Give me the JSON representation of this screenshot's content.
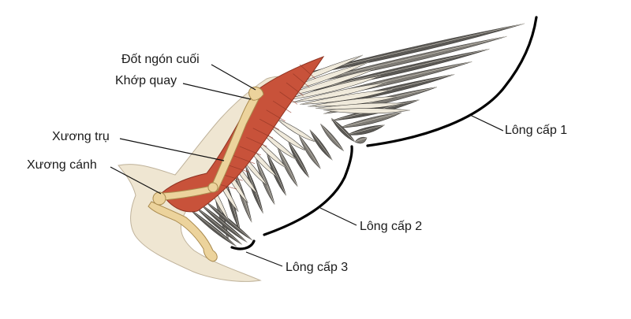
{
  "labels": {
    "distal_phalanx": "Đốt ngón cuối",
    "radius": "Khớp quay",
    "ulna": "Xương trụ",
    "humerus": "Xương cánh",
    "primary": "Lông cấp 1",
    "secondary": "Lông cấp 2",
    "tertiary": "Lông cấp 3"
  },
  "colors": {
    "skin": "#efe6d2",
    "skin_edge": "#bfb29a",
    "muscle": "#c8523a",
    "muscle_dark": "#8e3322",
    "bone": "#ecd39c",
    "bone_edge": "#a98a4e",
    "covert_light": "#f1ebdc",
    "feather_dark": "#5b5955",
    "feather_mid": "#7d7a74"
  }
}
